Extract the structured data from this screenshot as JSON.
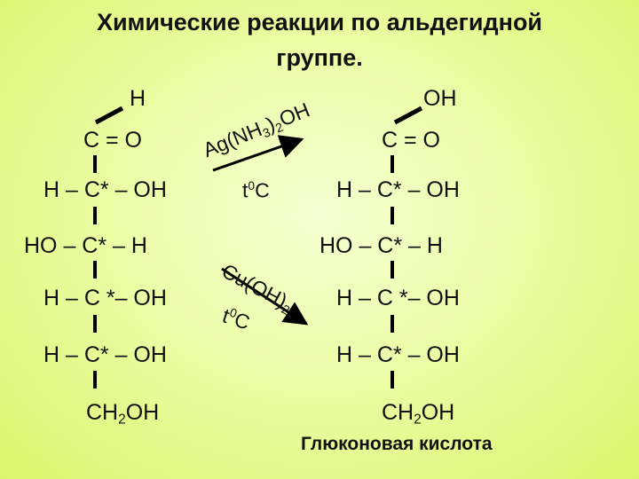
{
  "title": {
    "line1": "Химические реакции по альдегидной",
    "line2": "группе."
  },
  "left": {
    "top_h": "H",
    "carbonyl": "C = O",
    "row1": "H – C* – OH",
    "row2": "HO – C* – H",
    "row3": "H – C *– OH",
    "row4": "H – C* – OH",
    "bottom_ch2": "CH",
    "bottom_sub": "2",
    "bottom_oh": "OH"
  },
  "right": {
    "top_oh": "OH",
    "carbonyl": "C = O",
    "row1": "H – C* – OH",
    "row2": "HO – C* – H",
    "row3": "H – C *– OH",
    "row4": "H – C* – OH",
    "bottom_ch2": "CH",
    "bottom_sub": "2",
    "bottom_oh": "OH",
    "caption": "Глюконовая кислота"
  },
  "reagent1": {
    "ag": "Ag(NH",
    "sub3": "3",
    "close": ")",
    "sub2": "2",
    "oh": "OH",
    "temp_t": "t",
    "temp_sup": "0",
    "temp_c": "C"
  },
  "reagent2": {
    "cu": "Cu(OH)",
    "sub2": "2",
    "temp_t": "t",
    "temp_sup": "0",
    "temp_c": "C"
  },
  "colors": {
    "background": "#e6f98c",
    "text": "#111111"
  }
}
